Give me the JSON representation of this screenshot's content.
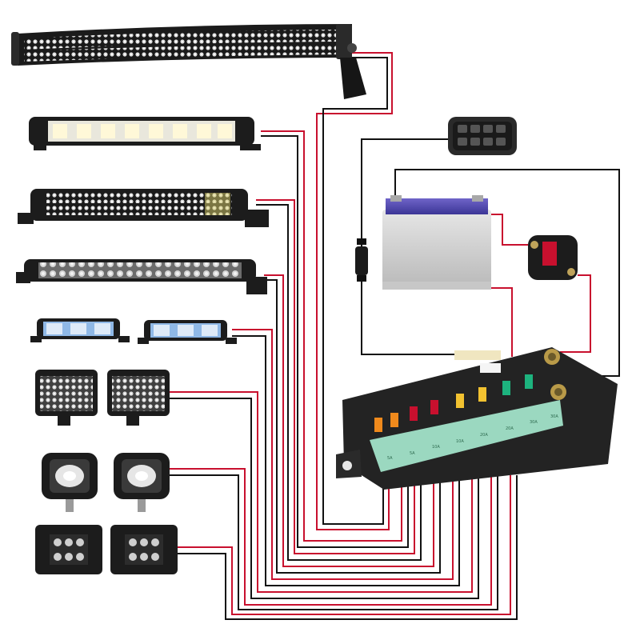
{
  "diagram": {
    "components": [
      {
        "id": "curved-light-bar",
        "type": "curved double-row LED light bar"
      },
      {
        "id": "light-bar-2",
        "type": "slim LED light bar"
      },
      {
        "id": "light-bar-3",
        "type": "slim dual-row LED light bar"
      },
      {
        "id": "light-bar-4",
        "type": "single-row LED light bar"
      },
      {
        "id": "short-light-bars",
        "type": "pair of short LED light bars"
      },
      {
        "id": "cube-pods",
        "type": "pair of LED cube pods"
      },
      {
        "id": "pod-lights",
        "type": "pair of LED pod lights"
      },
      {
        "id": "flush-mount-pods",
        "type": "pair of flush mount LED pods"
      },
      {
        "id": "switch-panel",
        "type": "8-gang switch panel"
      },
      {
        "id": "battery",
        "type": "12V battery"
      },
      {
        "id": "circuit-breaker",
        "type": "circuit breaker"
      },
      {
        "id": "fuse-relay-box",
        "type": "fuse and relay box"
      }
    ],
    "fuse_labels": [
      "5A",
      "5A",
      "10A",
      "10A",
      "20A",
      "20A",
      "30A",
      "30A"
    ],
    "fuse_colors": [
      "#f08a1c",
      "#f08a1c",
      "#c8102e",
      "#c8102e",
      "#f2c230",
      "#f2c230",
      "#1db37e",
      "#1db37e"
    ],
    "wire_colors": {
      "positive": "#c8102e",
      "ground": "#111111"
    },
    "switch_panel_buttons": 8
  }
}
